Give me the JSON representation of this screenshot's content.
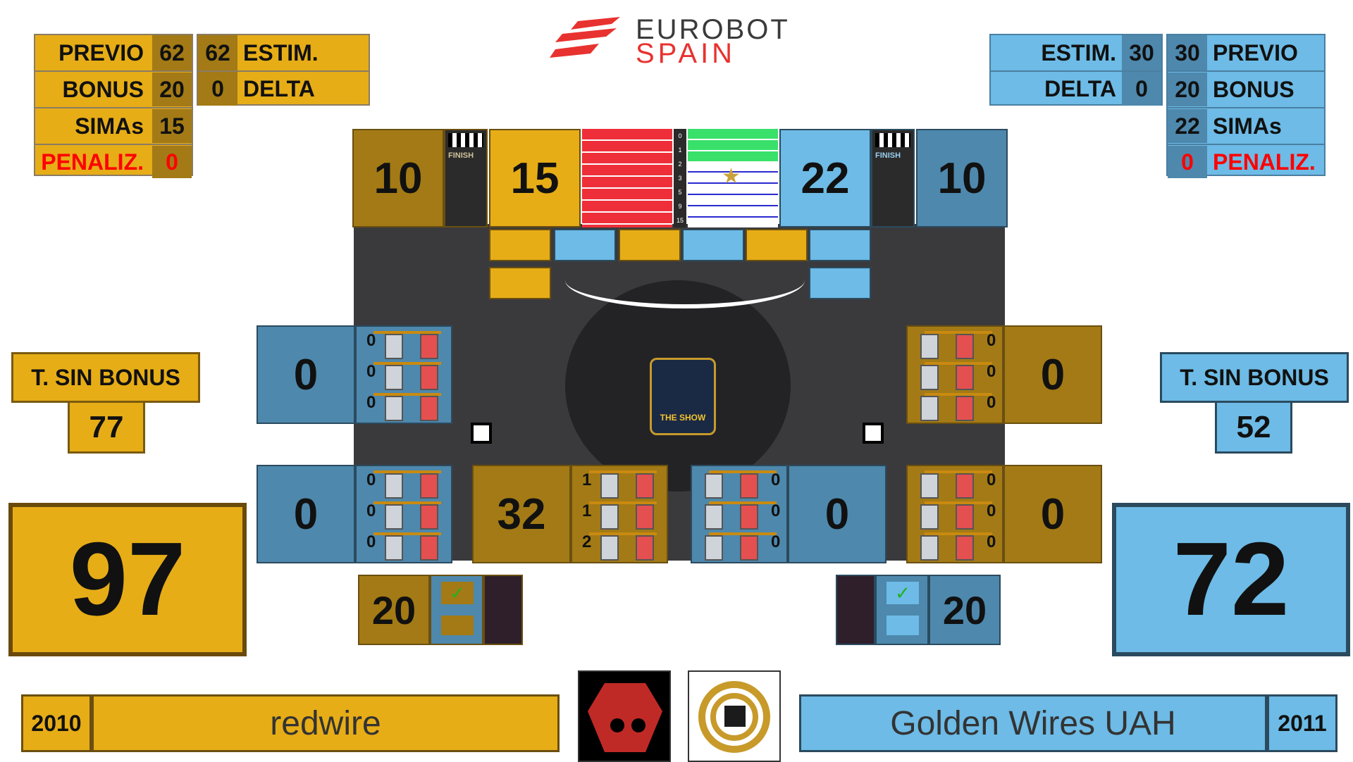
{
  "brand": {
    "line1": "EUROBOT",
    "line2": "SPAIN"
  },
  "yellow": {
    "color": "#e6ad17",
    "previo_label": "PREVIO",
    "previo": "62",
    "estim": "62",
    "estim_label": "ESTIM.",
    "bonus_label": "BONUS",
    "bonus": "20",
    "delta": "0",
    "delta_label": "DELTA",
    "simas_label": "SIMAs",
    "simas": "15",
    "penaliz_label": "PENALIZ.",
    "penaliz": "0",
    "finish_score": "10",
    "plant_score": "15",
    "tsb_label": "T. SIN BONUS",
    "tsb": "77",
    "total": "97",
    "year": "2010",
    "name": "redwire",
    "zone_a": "0",
    "zone_b": "0",
    "zone_c": "32",
    "zone_d": "0",
    "zone_e": "0",
    "rack_a": [
      "0",
      "0",
      "0"
    ],
    "rack_b": [
      "0",
      "0",
      "0"
    ],
    "rack_c": [
      "1",
      "1",
      "2"
    ],
    "rack_d": [
      "0",
      "0",
      "0"
    ],
    "rack_e": [
      "0",
      "0",
      "0"
    ],
    "banner": "20",
    "check": "✓"
  },
  "blue": {
    "color": "#6dbbe6",
    "estim_label": "ESTIM.",
    "estim": "30",
    "previo": "30",
    "previo_label": "PREVIO",
    "delta_label": "DELTA",
    "delta": "0",
    "bonus": "20",
    "bonus_label": "BONUS",
    "simas": "22",
    "simas_label": "SIMAs",
    "penaliz": "0",
    "penaliz_label": "PENALIZ.",
    "plant_score": "22",
    "finish_score": "10",
    "tsb_label": "T. SIN BONUS",
    "tsb": "52",
    "total": "72",
    "year": "2011",
    "name": "Golden Wires UAH",
    "banner": "20",
    "check": "✓"
  },
  "scale": [
    "0",
    "1",
    "2",
    "3",
    "5",
    "9",
    "15"
  ],
  "finish_label": "FINISH",
  "center_logo": "THE SHOW"
}
